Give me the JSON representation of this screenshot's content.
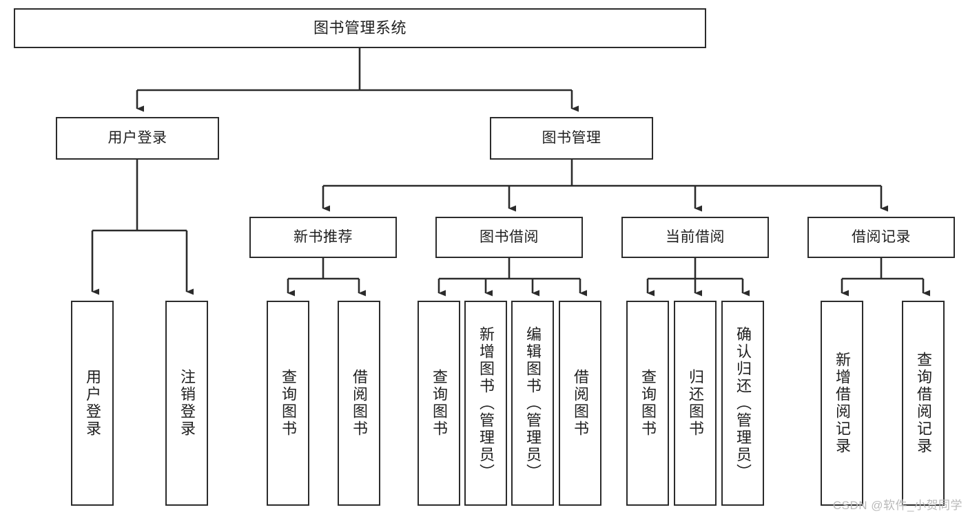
{
  "diagram": {
    "title": "图书管理系统",
    "type": "tree",
    "orientation": "top-down",
    "colors": {
      "box_border": "#2b2b2b",
      "box_fill": "#ffffff",
      "edge": "#2b2b2b",
      "text": "#1f1f1f",
      "watermark": "#b9b9b9"
    },
    "root": {
      "label": "图书管理系统"
    },
    "level1": [
      {
        "label": "用户登录"
      },
      {
        "label": "图书管理"
      }
    ],
    "level2": [
      {
        "label": "新书推荐"
      },
      {
        "label": "图书借阅"
      },
      {
        "label": "当前借阅"
      },
      {
        "label": "借阅记录"
      }
    ],
    "leaves": {
      "user_login": [
        {
          "label": "用户登录"
        },
        {
          "label": "注销登录"
        }
      ],
      "new_book_recommend": [
        {
          "label": "查询图书"
        },
        {
          "label": "借阅图书"
        }
      ],
      "book_borrow": [
        {
          "label": "查询图书"
        },
        {
          "label": "新增图书（管理员）"
        },
        {
          "label": "编辑图书（管理员）"
        },
        {
          "label": "借阅图书"
        }
      ],
      "current_borrow": [
        {
          "label": "查询图书"
        },
        {
          "label": "归还图书"
        },
        {
          "label": "确认归还（管理员）"
        }
      ],
      "borrow_record": [
        {
          "label": "新增借阅记录"
        },
        {
          "label": "查询借阅记录"
        }
      ]
    }
  },
  "watermark": {
    "text": "CSDN @软件_小贺同学"
  }
}
